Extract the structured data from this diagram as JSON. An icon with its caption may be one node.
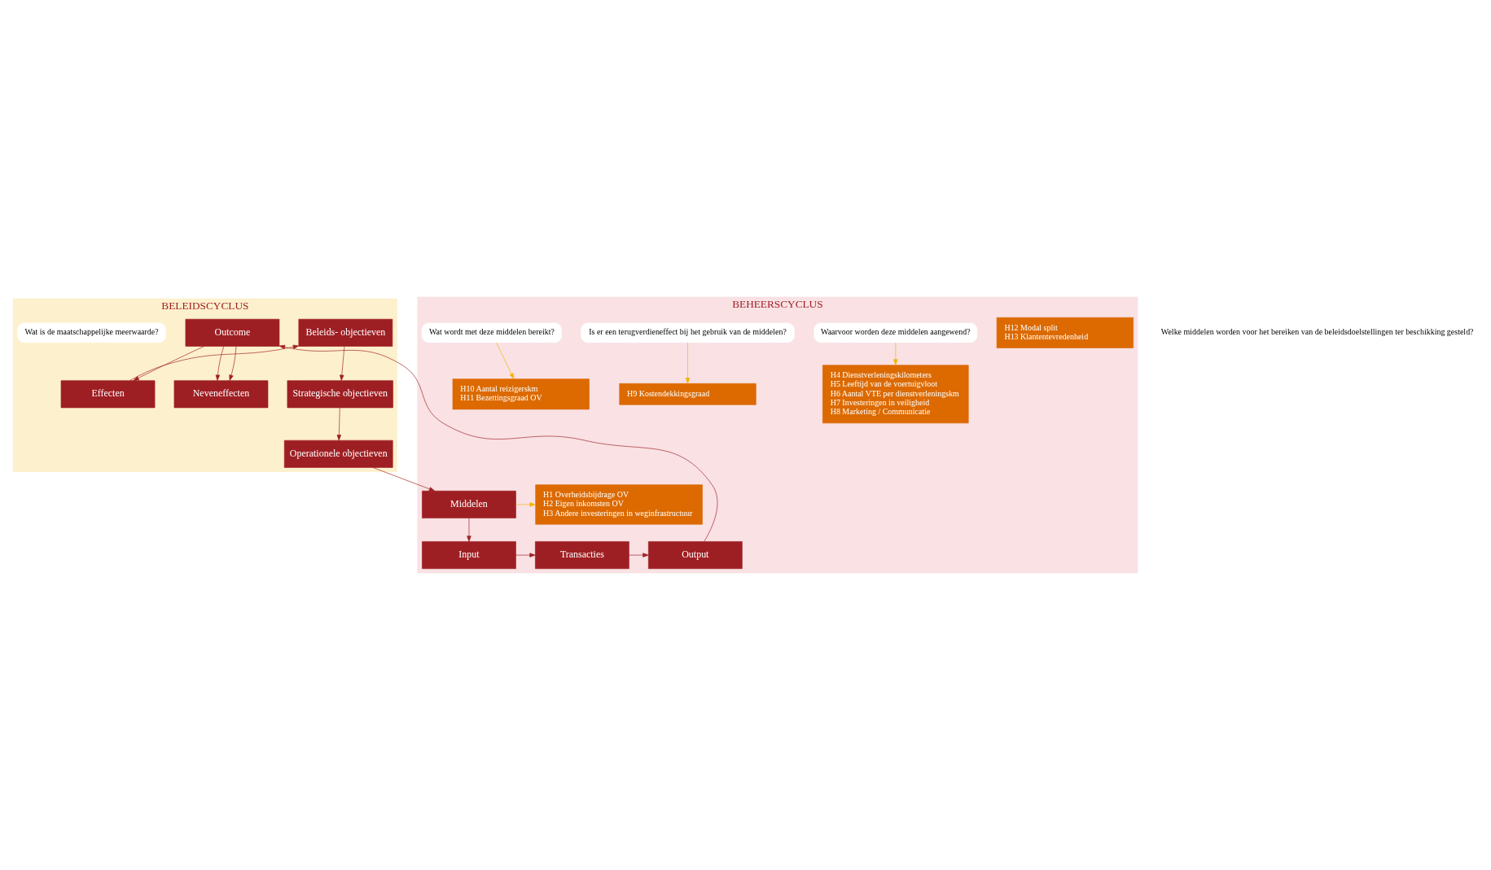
{
  "diagram": {
    "nodes": [
      {
        "text": [
          "BELEIDSCYCLUS"
        ]
      },
      {
        "text": [
          "BEHEERSCYCLUS"
        ]
      },
      {
        "text": [
          "Beleids- objectieven"
        ],
        "in": 0
      },
      {
        "text": [
          "Strategische objectieven"
        ],
        "in": 0
      },
      {
        "text": [
          "Operationele objectieven"
        ],
        "in": 0
      },
      {
        "text": [
          "Effecten"
        ],
        "in": 0
      },
      {
        "text": [
          "Neveneffecten"
        ],
        "in": 0
      },
      {
        "text": [
          "Outcome"
        ],
        "in": 0
      },
      {
        "text": [
          "Wat is de maatschappelijke meerwaarde?"
        ],
        "in": 0
      },
      {
        "text": [
          "Welke middelen worden voor het bereiken van de beleidsdoelstellingen ter beschikking gesteld?"
        ]
      },
      {
        "text": [
          "Middelen"
        ],
        "in": 1
      },
      {
        "text": [
          "H1 Overheidsbijdrage OV",
          "H2 Eigen inkomsten OV",
          "H3 Andere investeringen in weginfrastructuur"
        ],
        "in": 1
      },
      {
        "text": [
          "H12 Modal split",
          "H13 Klantentevredenheid"
        ],
        "in": 1
      },
      {
        "text": [
          "Waarvoor worden deze middelen aangewend?"
        ],
        "in": 1
      },
      {
        "text": [
          "Is er een terugverdieneffect bij het gebruik van de middelen?"
        ],
        "in": 1
      },
      {
        "text": [
          "Wat wordt met deze middelen bereikt?"
        ],
        "in": 1
      },
      {
        "text": [
          "Input"
        ],
        "in": 1
      },
      {
        "text": [
          "Transacties"
        ],
        "in": 1
      },
      {
        "text": [
          "Output"
        ],
        "in": 1
      },
      {
        "text": [
          "H4 Dienstverleningskilometers",
          "H5 Leeftijd van de voertuigvloot",
          "H6 Aantal VTE per dienstverleningskm",
          "H7 Investeringen in veiligheid",
          "H8 Marketing / Communicatie"
        ],
        "in": 1
      },
      {
        "text": [
          "H9 Kostendekkingsgraad"
        ],
        "in": 1
      },
      {
        "text": [
          "H10 Aantal reizigerskm",
          "H11 Bezettingsgraad OV"
        ],
        "in": 1
      }
    ],
    "edges": [
      {
        "from": 5,
        "to": 2,
        "arrow": "to"
      },
      {
        "from": 2,
        "to": 3,
        "arrow": "to"
      },
      {
        "from": 3,
        "to": 4,
        "arrow": "to"
      },
      {
        "from": 4,
        "to": 10,
        "arrow": "to"
      },
      {
        "from": 7,
        "to": 5,
        "arrow": "to"
      },
      {
        "from": 7,
        "to": 6,
        "arrow": "to"
      },
      {
        "from": 7,
        "to": 6,
        "arrow": "to"
      },
      {
        "from": 18,
        "to": 7,
        "arrow": "to"
      },
      {
        "from": 10,
        "to": 11,
        "arrow": "to",
        "color": "#f5b400"
      },
      {
        "from": 10,
        "to": 16,
        "arrow": "to"
      },
      {
        "from": 16,
        "to": 17,
        "arrow": "to"
      },
      {
        "from": 17,
        "to": 18,
        "arrow": "to"
      },
      {
        "from": 13,
        "to": 19,
        "arrow": "to",
        "color": "#f5b400"
      },
      {
        "from": 14,
        "to": 20,
        "arrow": "to",
        "color": "#f5b400"
      },
      {
        "from": 15,
        "to": 21,
        "arrow": "to",
        "color": "#f5b400"
      }
    ]
  }
}
